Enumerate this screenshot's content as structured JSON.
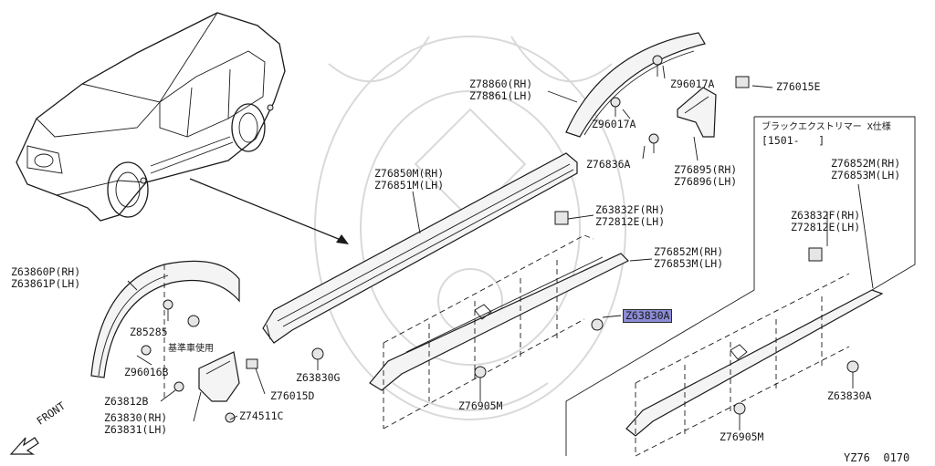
{
  "labels": {
    "z78860": "Z78860(RH)",
    "z78861": "Z78861(LH)",
    "z96017a_top": "Z96017A",
    "z76015e": "Z76015E",
    "z96017a_mid": "Z96017A",
    "black_extrim_note": "ブラックエクストリマー X仕様",
    "date_note": "[1501-   ]",
    "z76836a": "Z76836A",
    "z76895": "Z76895(RH)",
    "z76896": "Z76896(LH)",
    "z76852m_right": "Z76852M(RH)",
    "z76853m_right": "Z76853M(LH)",
    "z76850m": "Z76850M(RH)",
    "z76851m": "Z76851M(LH)",
    "z63832f_center": "Z63832F(RH)",
    "z72812e_center": "Z72812E(LH)",
    "z63832f_right": "Z63832F(RH)",
    "z72812e_right": "Z72812E(LH)",
    "z76852m_center": "Z76852M(RH)",
    "z76853m_center": "Z76853M(LH)",
    "z63860p": "Z63860P(RH)",
    "z63861p": "Z63861P(LH)",
    "z63830a_highlight": "Z63830A",
    "z85285": "Z85285",
    "standard_use_note": "基準車使用",
    "z96016b": "Z96016B",
    "z63830g": "Z63830G",
    "z63812b": "Z63812B",
    "z76015d": "Z76015D",
    "z63830": "Z63830(RH)",
    "z63831": "Z63831(LH)",
    "z74511c": "Z74511C",
    "z76905m_center": "Z76905M",
    "z63830a_right": "Z63830A",
    "z76905m_right": "Z76905M",
    "front": "FRONT",
    "diagram_code": "YZ76  0170"
  },
  "colors": {
    "highlight": "#8c8cd6",
    "ink": "#1a1a1a",
    "watermark": "#d9d9d9"
  }
}
